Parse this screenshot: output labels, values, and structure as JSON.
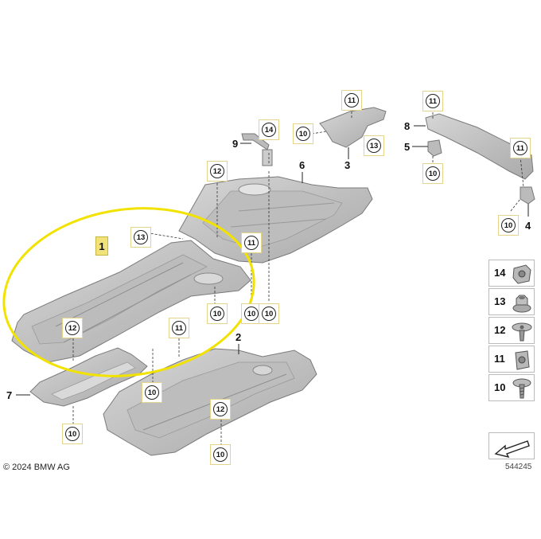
{
  "parts": {
    "p1": "1",
    "p2": "2",
    "p3": "3",
    "p4": "4",
    "p5": "5",
    "p6": "6",
    "p7": "7",
    "p8": "8",
    "p9": "9"
  },
  "callouts": {
    "c10": "10",
    "c11": "11",
    "c12": "12",
    "c13": "13",
    "c14": "14"
  },
  "legend": [
    {
      "number": "14",
      "icon": "clip-nut-icon"
    },
    {
      "number": "13",
      "icon": "hex-nut-icon"
    },
    {
      "number": "12",
      "icon": "expanding-rivet-icon"
    },
    {
      "number": "11",
      "icon": "clip-nut-icon"
    },
    {
      "number": "10",
      "icon": "screw-icon"
    }
  ],
  "copyright": "© 2024 BMW AG",
  "diagram_id": "544245",
  "colors": {
    "highlight": "#f2e200",
    "part_fill": "#c4c4c4",
    "part_stroke": "#7a7a7a"
  }
}
